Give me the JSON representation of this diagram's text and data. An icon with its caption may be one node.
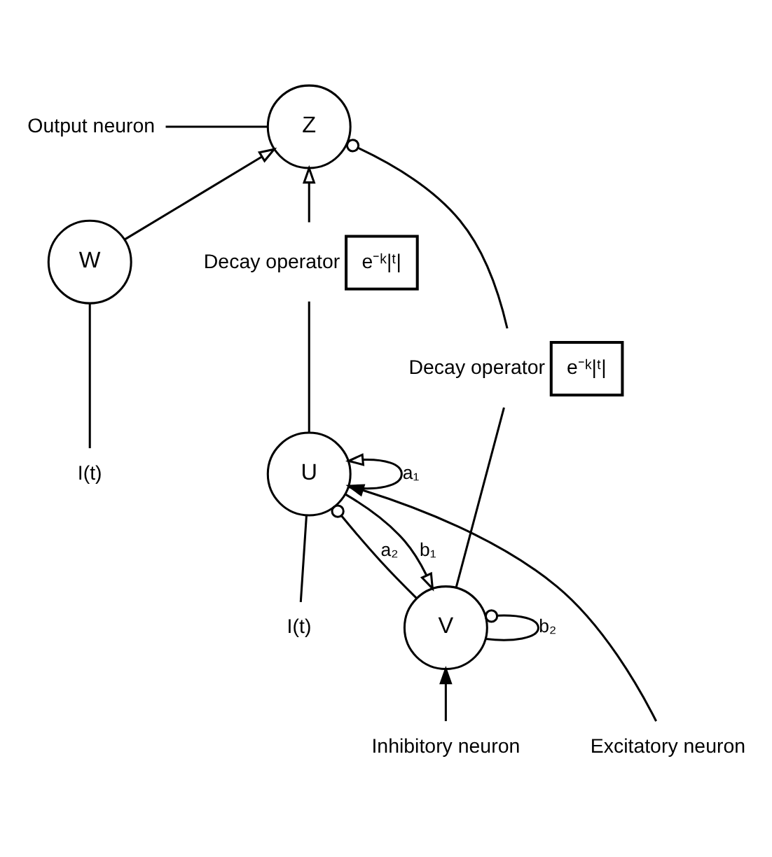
{
  "diagram": {
    "nodes": [
      {
        "text": [
          "Output neuron"
        ]
      },
      {
        "text": [
          "Z"
        ]
      },
      {
        "text": [
          "W"
        ]
      },
      {
        "text": [
          "e⁻ᵏ|ᵗ|"
        ],
        "beside": [
          "Decay operator"
        ]
      },
      {
        "text": [
          "I(t)"
        ]
      },
      {
        "text": [
          "I(t)"
        ]
      },
      {
        "text": [
          "e⁻ᵏ|ᵗ|"
        ],
        "beside": [
          "Decay operator"
        ]
      },
      {
        "text": [
          "U"
        ]
      },
      {
        "text": [
          "Excitatory neuron"
        ]
      },
      {
        "text": [
          "Inhibitory neuron"
        ]
      },
      {
        "text": [
          "V"
        ]
      }
    ],
    "edges": [
      {
        "from": 0,
        "to": 1,
        "arrow": "none"
      },
      {
        "from": 7,
        "to": 3,
        "arrow": "none"
      },
      {
        "from": 3,
        "to": 1,
        "arrow": "to"
      },
      {
        "from": 2,
        "to": 1,
        "arrow": "to"
      },
      {
        "from": 5,
        "to": 2,
        "arrow": "none"
      },
      {
        "from": 4,
        "to": 7,
        "arrow": "none"
      },
      {
        "from": 7,
        "to": 7,
        "arrow": "to",
        "label": "a₁"
      },
      {
        "from": 7,
        "to": 10,
        "arrow": "to",
        "label": "b₁"
      },
      {
        "from": 10,
        "to": 7,
        "arrow": "other",
        "label": "a₂"
      },
      {
        "from": 10,
        "to": 6,
        "arrow": "none"
      },
      {
        "from": 6,
        "to": 1,
        "arrow": "other"
      },
      {
        "from": 10,
        "to": 10,
        "arrow": "other",
        "label": "b₂"
      },
      {
        "from": 8,
        "to": 7,
        "arrow": "to"
      },
      {
        "from": 9,
        "to": 10,
        "arrow": "to"
      }
    ]
  }
}
